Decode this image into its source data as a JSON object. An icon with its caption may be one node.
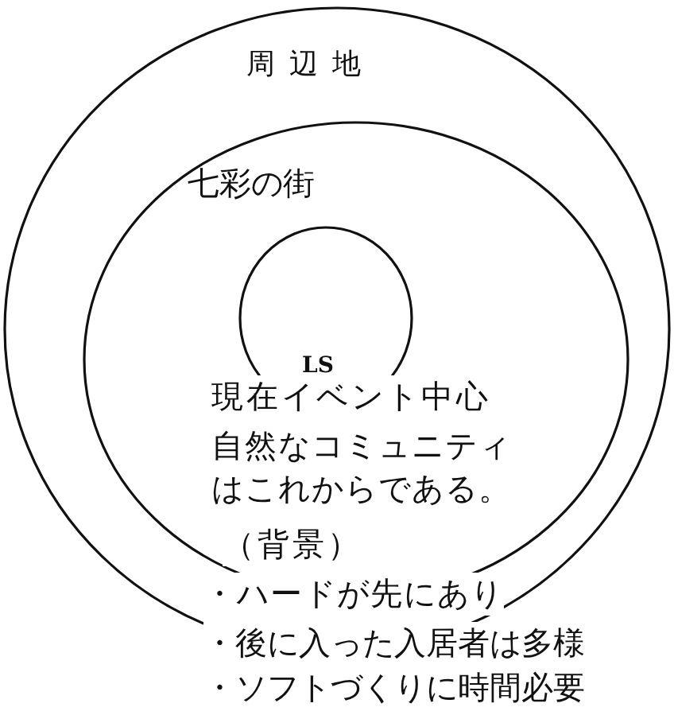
{
  "diagram": {
    "nodes": [
      {
        "text": [
          "周辺地"
        ]
      },
      {
        "text": [
          "七彩の街"
        ],
        "in": 0
      },
      {
        "text": [
          "LS"
        ],
        "in": 1
      }
    ],
    "labels": [
      "現在イベント中心",
      "自然なコミュニティはこれからである。",
      "（背景）",
      "・ハードが先にあり",
      "・後に入った入居者は多様",
      "・ソフトづくりに時間必要"
    ]
  }
}
